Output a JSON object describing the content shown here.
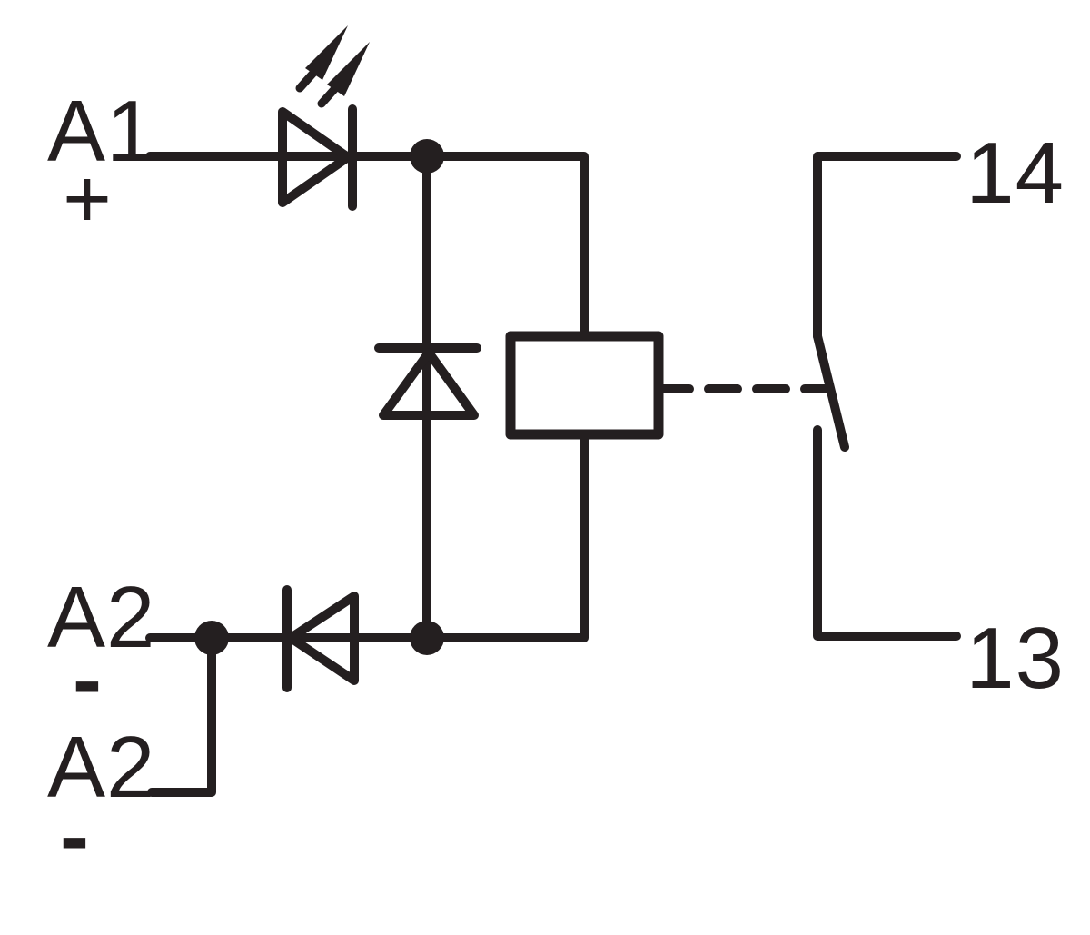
{
  "schematic": {
    "background_color": "#ffffff",
    "line_color": "#241f20",
    "terminals": {
      "a1": {
        "label": "A1",
        "polarity": "+"
      },
      "a2": {
        "label": "A2",
        "polarity": "-"
      },
      "a2_jumper": {
        "label": "A2",
        "polarity": "-"
      },
      "output_top": {
        "label": "14"
      },
      "output_bottom": {
        "label": "13"
      }
    },
    "symbols": {
      "led": "led-diode-icon",
      "reverse_diode": "diode-icon",
      "freewheeling_diode": "diode-icon",
      "relay_coil": "relay-coil-icon",
      "switch_contact": "make-contact-icon",
      "actuation_link": "dashed-mechanical-link"
    }
  }
}
